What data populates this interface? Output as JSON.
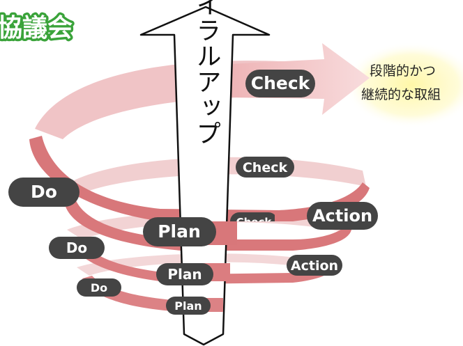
{
  "title": "協議会",
  "spiral_label": "スパイラルアップ",
  "goal_note": {
    "line1": "段階的かつ",
    "line2": "継続的な取組"
  },
  "cycles": [
    {
      "plan": "Plan",
      "do": "Do",
      "check": "Check",
      "action": "Action"
    },
    {
      "plan": "Plan",
      "do": "Do",
      "check": "Check",
      "action": "Action"
    },
    {
      "plan": "Plan",
      "do": "Do",
      "check": "Check"
    }
  ],
  "colors": {
    "band_front": "#d8777a",
    "band_back": "#f1cfd0",
    "pill": "#444444",
    "title_outline": "#3aa33a",
    "note_glow": "#fff7a8"
  }
}
